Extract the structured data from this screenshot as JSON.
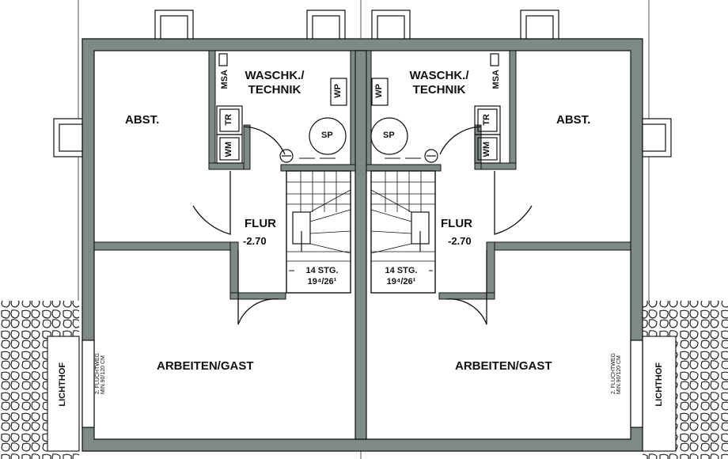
{
  "plan": {
    "units": [
      {
        "side": "left",
        "rooms": {
          "utility_line1": "WASCHK./",
          "utility_line2": "TECHNIK",
          "storage": "ABST.",
          "hall": "FLUR",
          "hall_level": "-2.70",
          "study": "ARBEITEN/GAST"
        },
        "fixtures": {
          "msa": "MSA",
          "wp": "WP",
          "tr": "TR",
          "wm": "WM",
          "sp": "SP"
        },
        "stair": {
          "steps": "14  STG.",
          "dims": "19⁴/26¹"
        },
        "lightwell": "LICHTHOF",
        "escape_line1": "2. FLUCHTWEG",
        "escape_line2": "MIN.90/120 CM"
      },
      {
        "side": "right",
        "rooms": {
          "utility_line1": "WASCHK./",
          "utility_line2": "TECHNIK",
          "storage": "ABST.",
          "hall": "FLUR",
          "hall_level": "-2.70",
          "study": "ARBEITEN/GAST"
        },
        "fixtures": {
          "msa": "MSA",
          "wp": "WP",
          "tr": "TR",
          "wm": "WM",
          "sp": "SP"
        },
        "stair": {
          "steps": "14  STG.",
          "dims": "19⁴/26¹"
        },
        "lightwell": "LICHTHOF",
        "escape_line1": "2. FLUCHTWEG",
        "escape_line2": "MIN.90/120 CM"
      }
    ],
    "colors": {
      "wall": "#7e8a88",
      "line": "#111111",
      "background": "#ffffff"
    }
  }
}
